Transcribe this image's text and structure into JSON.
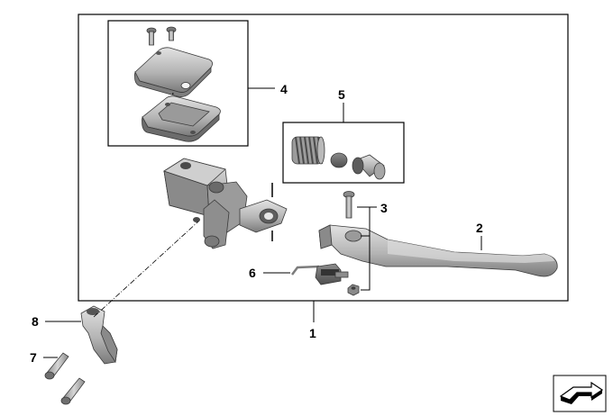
{
  "callouts": {
    "c1": "1",
    "c2": "2",
    "c3": "3",
    "c4": "4",
    "c5": "5",
    "c6": "6",
    "c7": "7",
    "c8": "8"
  },
  "icons": {
    "navigation": "arrow-page-icon"
  },
  "colors": {
    "metal_light": "#c9c9c9",
    "metal_mid": "#a7a7a7",
    "metal_dark": "#6e6e6e",
    "line": "#000000"
  }
}
